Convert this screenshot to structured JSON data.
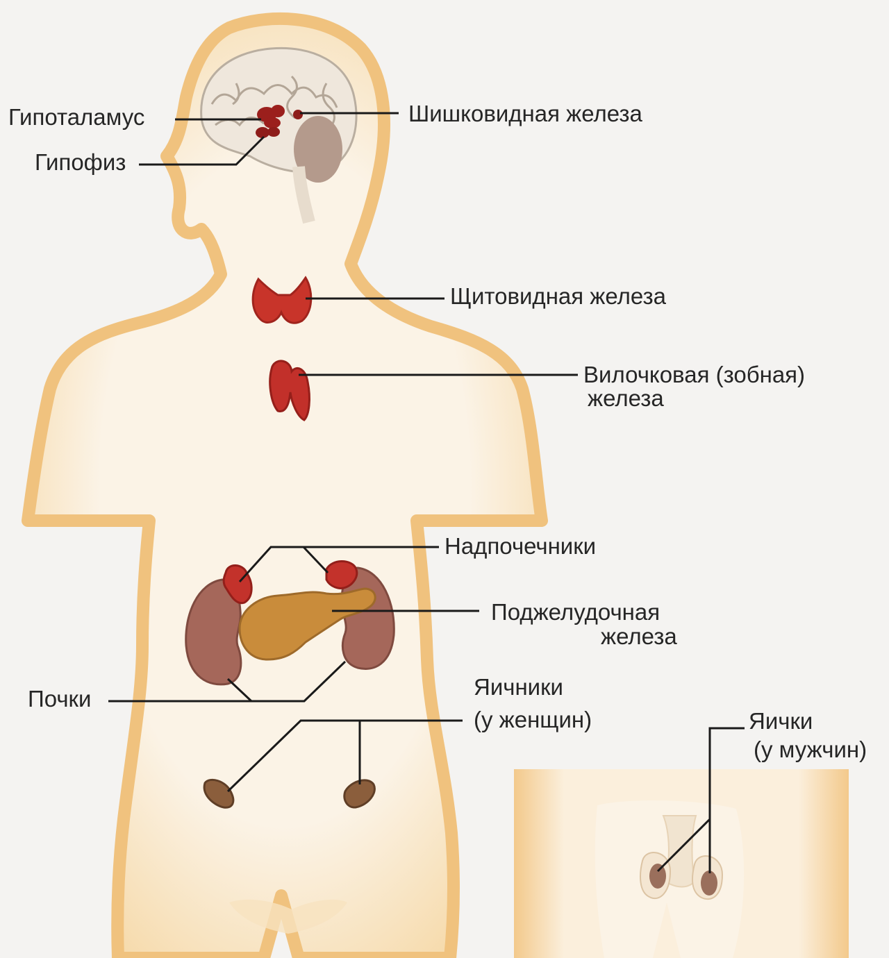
{
  "labels": {
    "hypothalamus": "Гипоталамус",
    "pituitary": "Гипофиз",
    "pineal": "Шишковидная железа",
    "thyroid": "Щитовидная железа",
    "thymus_line1": "Вилочковая (зобная)",
    "thymus_line2": "железа",
    "adrenals": "Надпочечники",
    "pancreas_line1": "Поджелудочная",
    "pancreas_line2": "железа",
    "kidneys": "Почки",
    "ovaries_line1": "Яичники",
    "ovaries_line2": "(у женщин)",
    "testes_line1": "Яички",
    "testes_line2": "(у мужчин)"
  },
  "colors": {
    "background": "#f4f3f1",
    "skin_outline": "#f2c98a",
    "skin_fill": "#fbf0e0",
    "gland": "#b8261e",
    "kidney": "#9c5f52",
    "pancreas": "#c68a3a",
    "brain": "#efe7dc",
    "leader_line": "#1a1a1a"
  }
}
